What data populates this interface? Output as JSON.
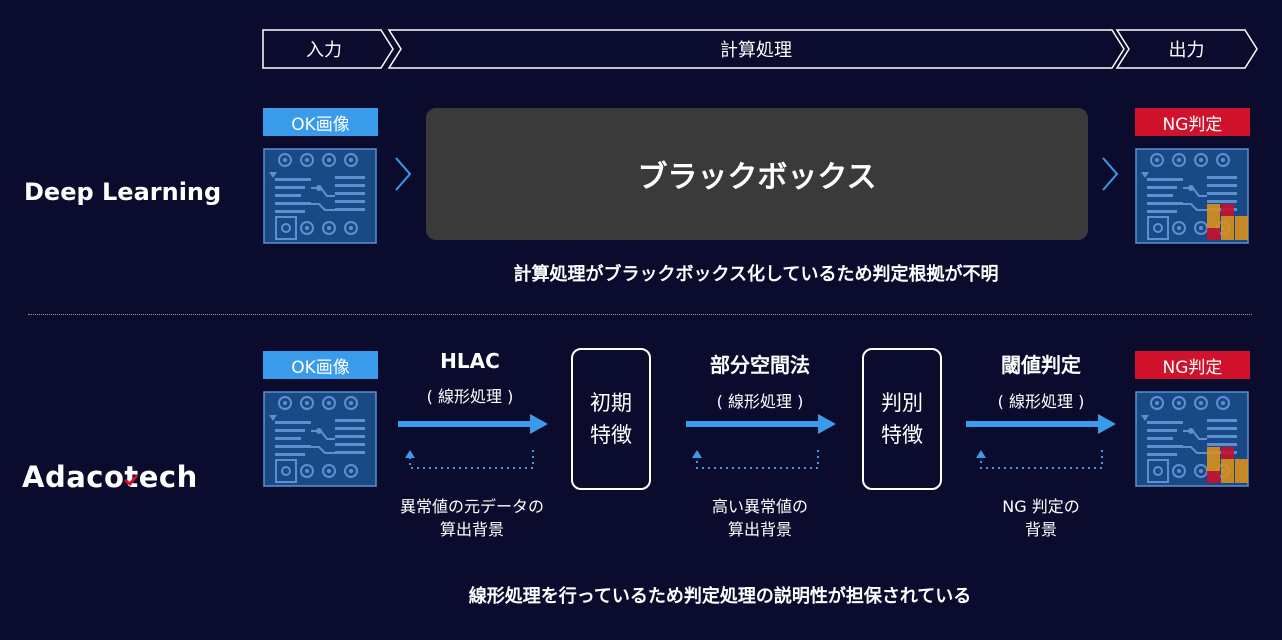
{
  "header": {
    "stages": [
      "入力",
      "計算処理",
      "出力"
    ]
  },
  "deep_learning": {
    "title": "Deep Learning",
    "input_tag": "OK画像",
    "output_tag": "NG判定",
    "blackbox_label": "ブラックボックス",
    "caption": "計算処理がブラックボックス化しているため判定根拠が不明"
  },
  "adacotech": {
    "logo_text": "Adacotech",
    "input_tag": "OK画像",
    "output_tag": "NG判定",
    "steps": [
      {
        "title": "HLAC",
        "subtitle": "( 線形処理 )",
        "note_line1": "異常値の元データの",
        "note_line2": "算出背景"
      },
      {
        "title": "部分空間法",
        "subtitle": "( 線形処理 )",
        "note_line1": "高い異常値の",
        "note_line2": "算出背景"
      },
      {
        "title": "閾値判定",
        "subtitle": "( 線形処理 )",
        "note_line1": "NG 判定の",
        "note_line2": "背景"
      }
    ],
    "features": [
      {
        "line1": "初期",
        "line2": "特徴"
      },
      {
        "line1": "判別",
        "line2": "特徴"
      }
    ],
    "caption": "線形処理を行っているため判定処理の説明性が担保されている"
  },
  "colors": {
    "background": "#0b0b2d",
    "ok_tag": "#3a9bea",
    "ng_tag": "#d0122c",
    "arrow": "#3a9bea",
    "pcb_board": "#1a4a86",
    "pcb_trace": "#5e8fd0",
    "defect_orange": "#d8901c",
    "defect_red": "#c8102e",
    "blackbox": "#3a3a3a"
  }
}
